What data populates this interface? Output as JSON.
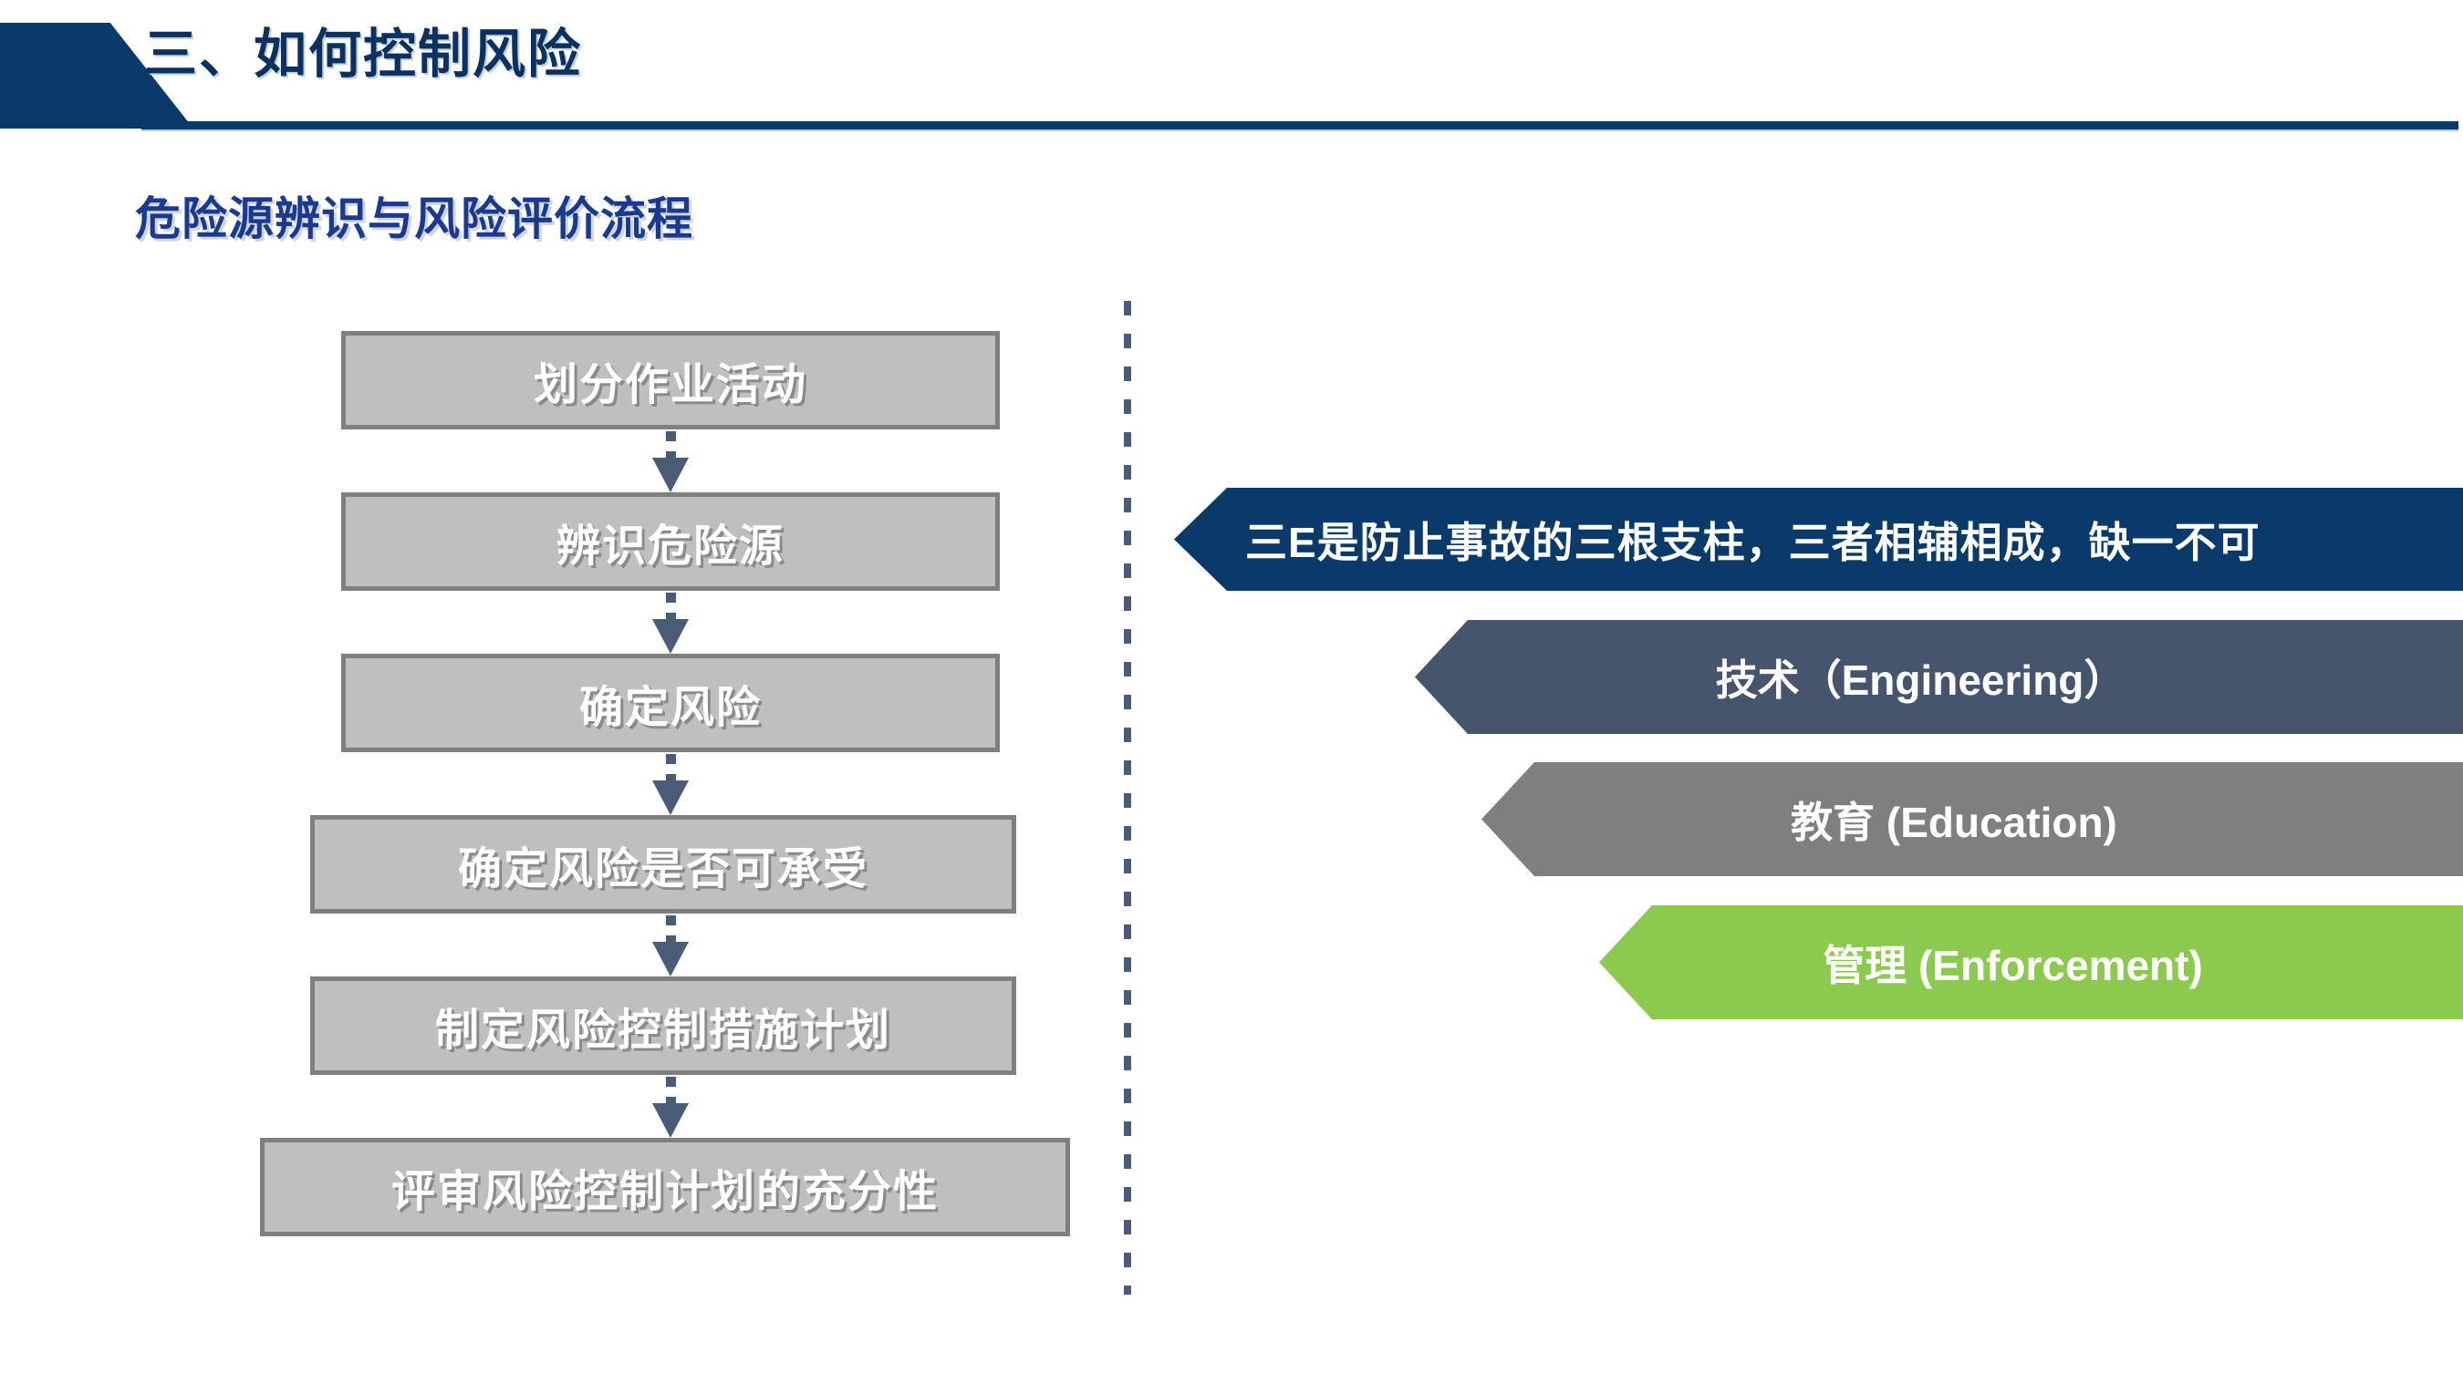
{
  "header": {
    "section_title": "三、如何控制风险"
  },
  "subtitle": "危险源辨识与风险评价流程",
  "flowchart": {
    "steps": [
      {
        "label": "划分作业活动"
      },
      {
        "label": "辨识危险源"
      },
      {
        "label": "确定风险"
      },
      {
        "label": "确定风险是否可承受"
      },
      {
        "label": "制定风险控制措施计划"
      },
      {
        "label": "评审风险控制计划的充分性"
      }
    ]
  },
  "three_e": {
    "banner": "三E是防止事故的三根支柱，三者相辅相成，缺一不可",
    "pillars": [
      {
        "label": "技术（Engineering）",
        "color": "#46546D"
      },
      {
        "label": "教育 (Education)",
        "color": "#7F7F7F"
      },
      {
        "label": "管理 (Enforcement)",
        "color": "#8CC94F"
      }
    ]
  },
  "colors": {
    "brand_navy": "#0A3A6B",
    "title_blue": "#1A3A8F",
    "box_fill": "#BFBFBF",
    "box_border": "#7F7F7F",
    "arrow": "#4A5B75",
    "green": "#8CC94F"
  }
}
